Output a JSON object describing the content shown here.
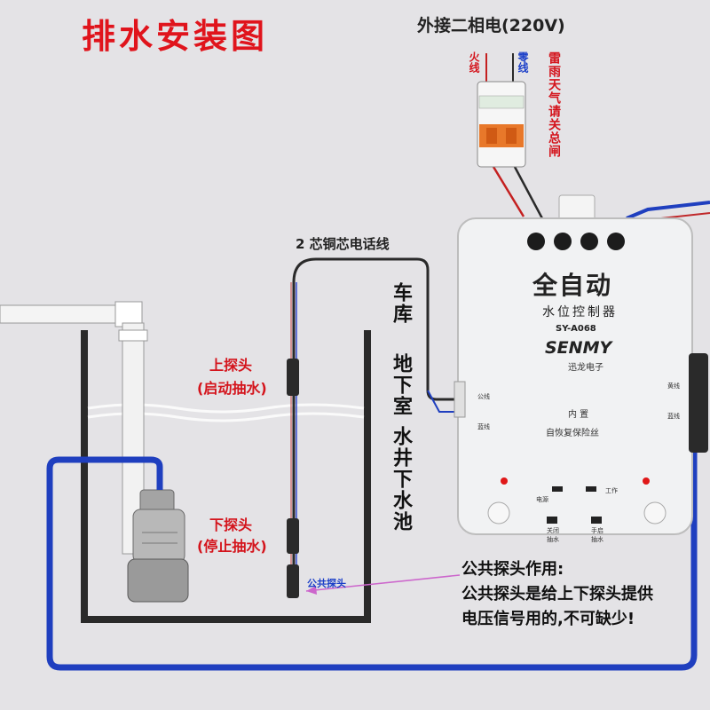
{
  "title": "排水安装图",
  "power_label": "外接二相电(220V)",
  "live_label": "火线",
  "neutral_label": "零线",
  "storm_note": "雷雨天气请关总闸",
  "cable_label": "2 芯铜芯电话线",
  "locations": [
    "车库",
    "地下室",
    "水井下水池"
  ],
  "upper_probe": {
    "label": "上探头",
    "sub": "(启动抽水)"
  },
  "lower_probe": {
    "label": "下探头",
    "sub": "(停止抽水)"
  },
  "common_probe_label": "公共探头",
  "common_note": {
    "heading": "公共探头作用:",
    "line1": "公共探头是给上下探头提供",
    "line2": "电压信号用的,不可缺少!"
  },
  "controller": {
    "title": "全自动",
    "subtitle": "水位控制器",
    "model": "SY-A068",
    "brand": "SENMY",
    "brand_sub": "迅龙电子",
    "inner_label": "内  置",
    "fuse_label": "自恢复保险丝",
    "left_small": "公线",
    "left_small2": "蓝线",
    "right_small": "黄线",
    "right_small2": "蓝线",
    "power_ind": "电源",
    "work_ind": "工作",
    "btn_left_a": "关闭",
    "btn_left_b": "抽水",
    "btn_right_a": "手启",
    "btn_right_b": "抽水"
  },
  "colors": {
    "accent_red": "#d4141c",
    "wire_blue": "#1f3fbf",
    "pipe_white": "#f3f3f3",
    "controller_body": "#f1f2f3"
  }
}
